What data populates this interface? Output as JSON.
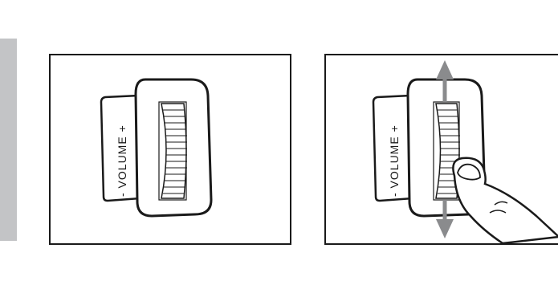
{
  "figure": {
    "panels": [
      {
        "id": "idle",
        "control_label": "- VOLUME +",
        "shows_finger": false,
        "shows_arrows": false
      },
      {
        "id": "adjusting",
        "control_label": "- VOLUME +",
        "shows_finger": true,
        "shows_arrows": true,
        "arrow_directions": [
          "up",
          "down"
        ]
      }
    ],
    "colors": {
      "line": "#1a1a1a",
      "arrow": "#8a8b8d",
      "side_tab": "#c3c4c6"
    }
  }
}
